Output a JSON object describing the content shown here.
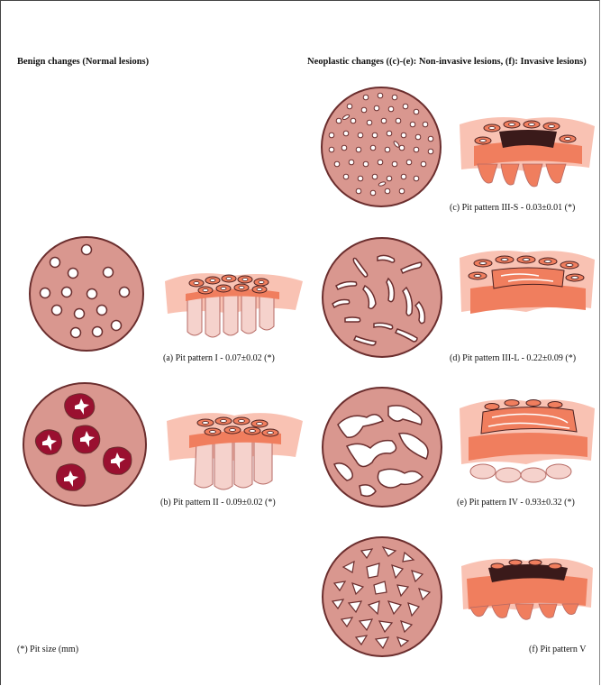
{
  "headings": {
    "benign": "Benign changes (Normal lesions)",
    "neoplastic": "Neoplastic changes ((c)-(e): Non-invasive lesions, (f): Invasive lesions)"
  },
  "captions": {
    "a": "(a) Pit pattern I - 0.07±0.02 (*)",
    "b": "(b) Pit pattern II - 0.09±0.02 (*)",
    "c": "(c) Pit pattern III-S - 0.03±0.01 (*)",
    "d": "(d) Pit pattern III-L - 0.22±0.09 (*)",
    "e": "(e) Pit pattern IV - 0.93±0.32 (*)",
    "f": "(f) Pit pattern V"
  },
  "footnote": "(*) Pit size (mm)",
  "colors": {
    "disc_fill": "#d9978f",
    "disc_stroke": "#6b2e2e",
    "pit_dark": "#9a1030",
    "tissue": "#f07e5e",
    "tissue_light": "#f7b3a0"
  }
}
